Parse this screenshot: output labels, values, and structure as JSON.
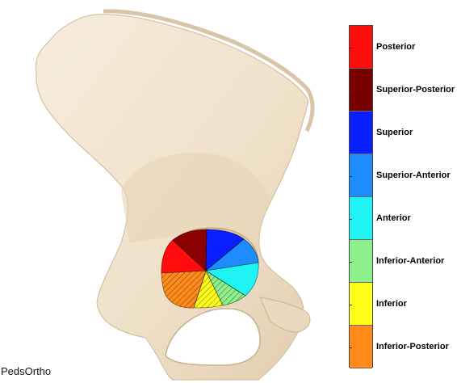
{
  "legend": {
    "items": [
      {
        "label": "Posterior",
        "color": "#ff0d0d"
      },
      {
        "label": "Superior-Posterior",
        "color": "#7a0000"
      },
      {
        "label": "Superior",
        "color": "#0a1fff"
      },
      {
        "label": "Superior-Anterior",
        "color": "#1e8cff"
      },
      {
        "label": "Anterior",
        "color": "#1ff2f2"
      },
      {
        "label": "Inferior-Anterior",
        "color": "#8df08d"
      },
      {
        "label": "Inferior",
        "color": "#ffff1a"
      },
      {
        "label": "Inferior-Posterior",
        "color": "#ff8a1a"
      }
    ]
  },
  "bone_color": "#f1e4cf",
  "watermark": "PedsOrtho"
}
